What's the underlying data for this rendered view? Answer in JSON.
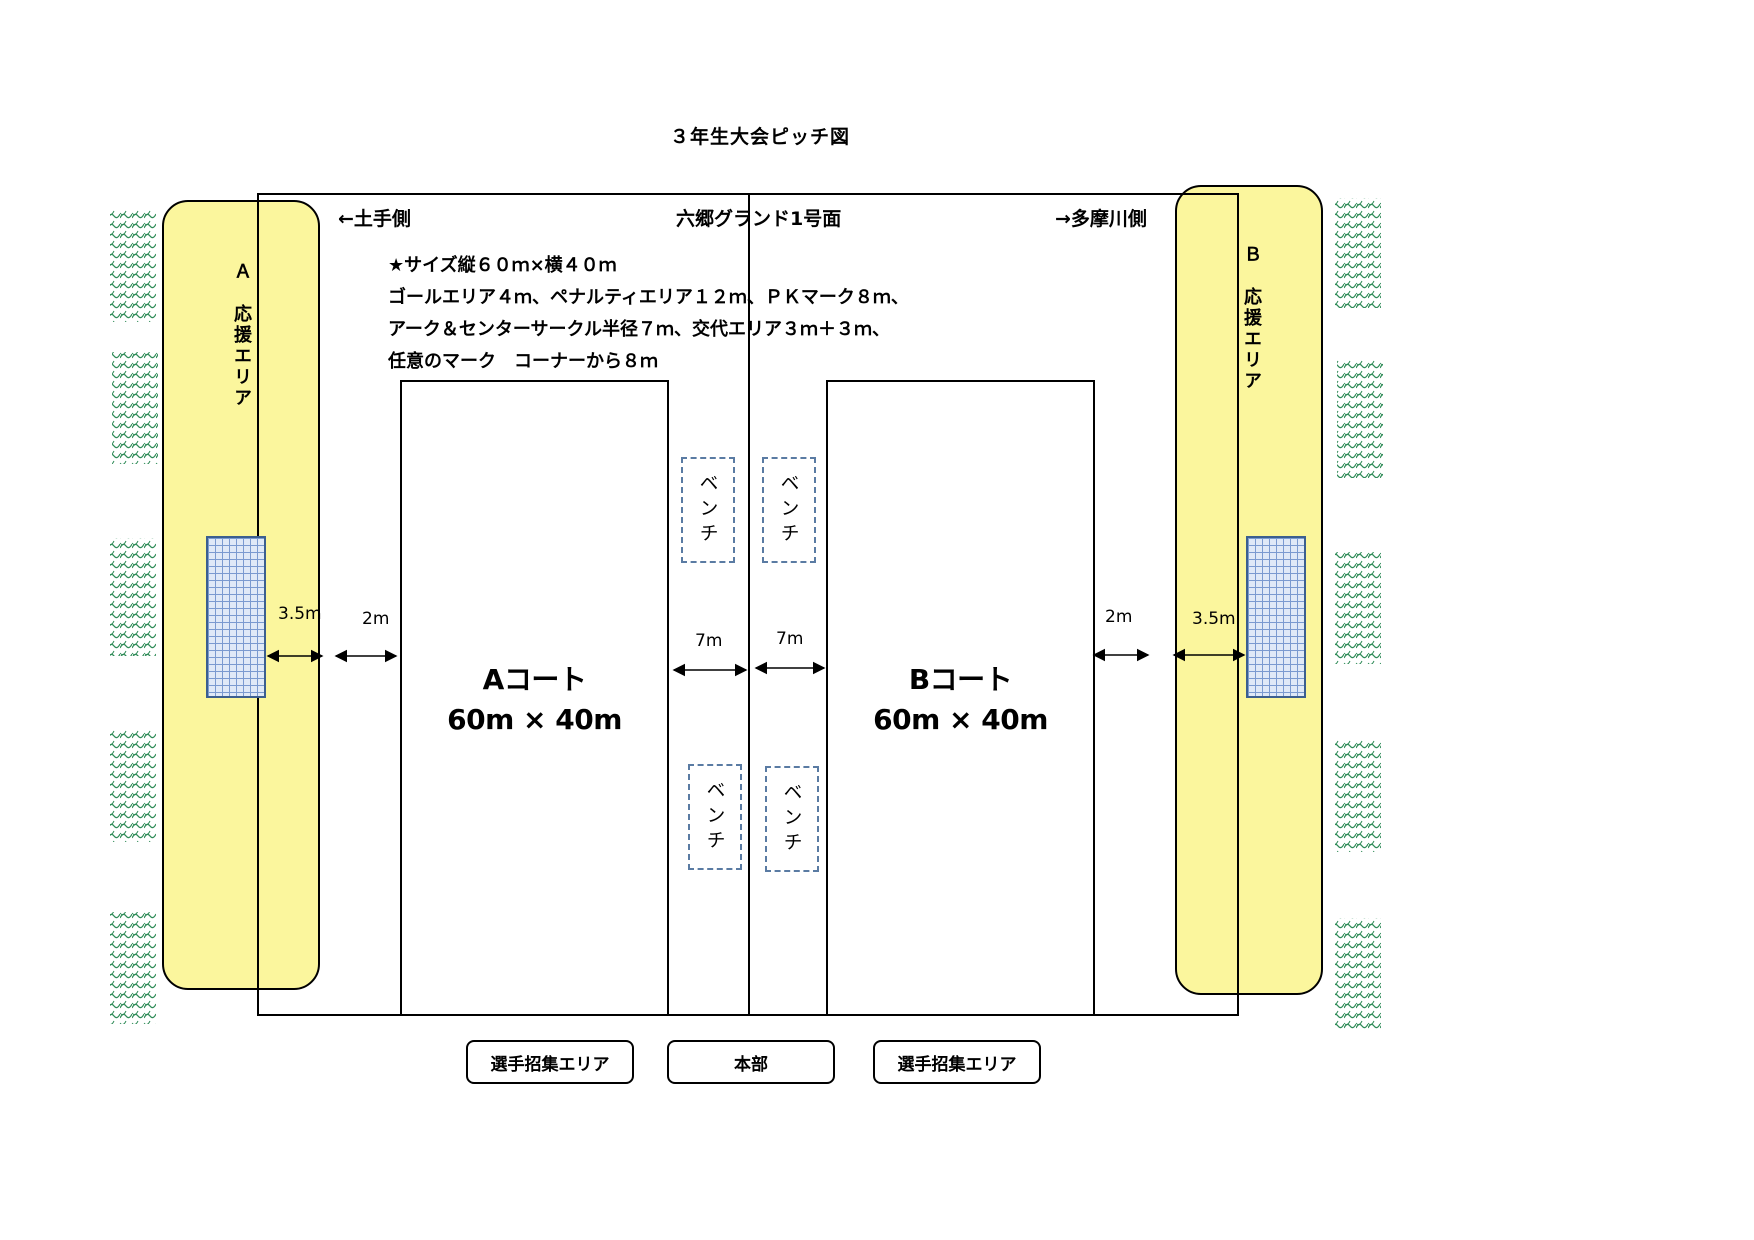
{
  "title": "３年生大会ピッチ図",
  "field": {
    "left_label": "←土手側",
    "center_label": "六郷グランド1号面",
    "right_label": "→多摩川側"
  },
  "notes": [
    "★サイズ縦６０ｍ×横４０ｍ",
    "ゴールエリア４ｍ、ペナルティエリア１２ｍ、ＰＫマーク８ｍ、",
    "アーク＆センターサークル半径７ｍ、交代エリア３ｍ＋３ｍ、",
    "任意のマーク　コーナーから８ｍ"
  ],
  "courts": {
    "a": {
      "name": "Aコート",
      "size": "60m × 40m"
    },
    "b": {
      "name": "Bコート",
      "size": "60m × 40m"
    }
  },
  "support_areas": {
    "a": "Ａ　応援エリア",
    "b": "Ｂ　応援エリア"
  },
  "bench_label": "ベンチ",
  "dimensions": {
    "a_goal_gap": "3.5m",
    "a_side_gap": "2m",
    "a_bench_gap": "7m",
    "b_bench_gap": "7m",
    "b_side_gap": "2m",
    "b_goal_gap": "3.5m"
  },
  "bottom_areas": {
    "left": "選手招集エリア",
    "center": "本部",
    "right": "選手招集エリア"
  },
  "colors": {
    "support_fill": "#fbf69d",
    "goal_net": "#7a9ad0",
    "bench_border": "#5a7ba3",
    "tree_pattern": "#2e8b57"
  },
  "icons": {
    "tree": "tree-hedge-icon",
    "goal": "goal-net-icon",
    "arrow": "double-arrow-icon"
  }
}
